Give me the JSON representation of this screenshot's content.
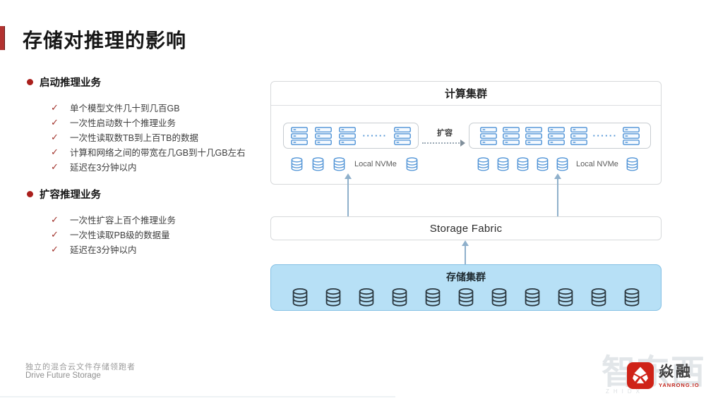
{
  "ui": {
    "check": "✓",
    "dots": "······"
  },
  "title": "存储对推理的影响",
  "sections": [
    {
      "heading": "启动推理业务",
      "items": [
        "单个模型文件几十到几百GB",
        "一次性启动数十个推理业务",
        "一次性读取数TB到上百TB的数据",
        "计算和网络之间的带宽在几GB到十几GB左右",
        "延迟在3分钟以内"
      ]
    },
    {
      "heading": "扩容推理业务",
      "items": [
        "一次性扩容上百个推理业务",
        "一次性读取PB级的数据量",
        "延迟在3分钟以内"
      ]
    }
  ],
  "diagram": {
    "compute": {
      "title": "计算集群",
      "scale_label": "扩容",
      "nvme_left": "Local NVMe",
      "nvme_right": "Local NVMe"
    },
    "fabric": {
      "title": "Storage Fabric"
    },
    "storage": {
      "title": "存储集群"
    }
  },
  "footer": {
    "tagline_cn": "独立的混合云文件存储领跑者",
    "tagline_en": "Drive Future Storage",
    "watermark": "智东西",
    "watermark_sub": "ZHIDX",
    "logo_name": "焱融",
    "logo_domain": "YANRONG.IO"
  },
  "colors": {
    "accent_red": "#b23230",
    "bullet_red": "#aa1f1c",
    "check_red": "#a1322b",
    "icon_blue": "#4f93d6",
    "storage_fill": "#b7e0f6",
    "storage_border": "#85c0e4",
    "arrow_blue": "#8fb0cb",
    "logo_red": "#cf2318"
  }
}
